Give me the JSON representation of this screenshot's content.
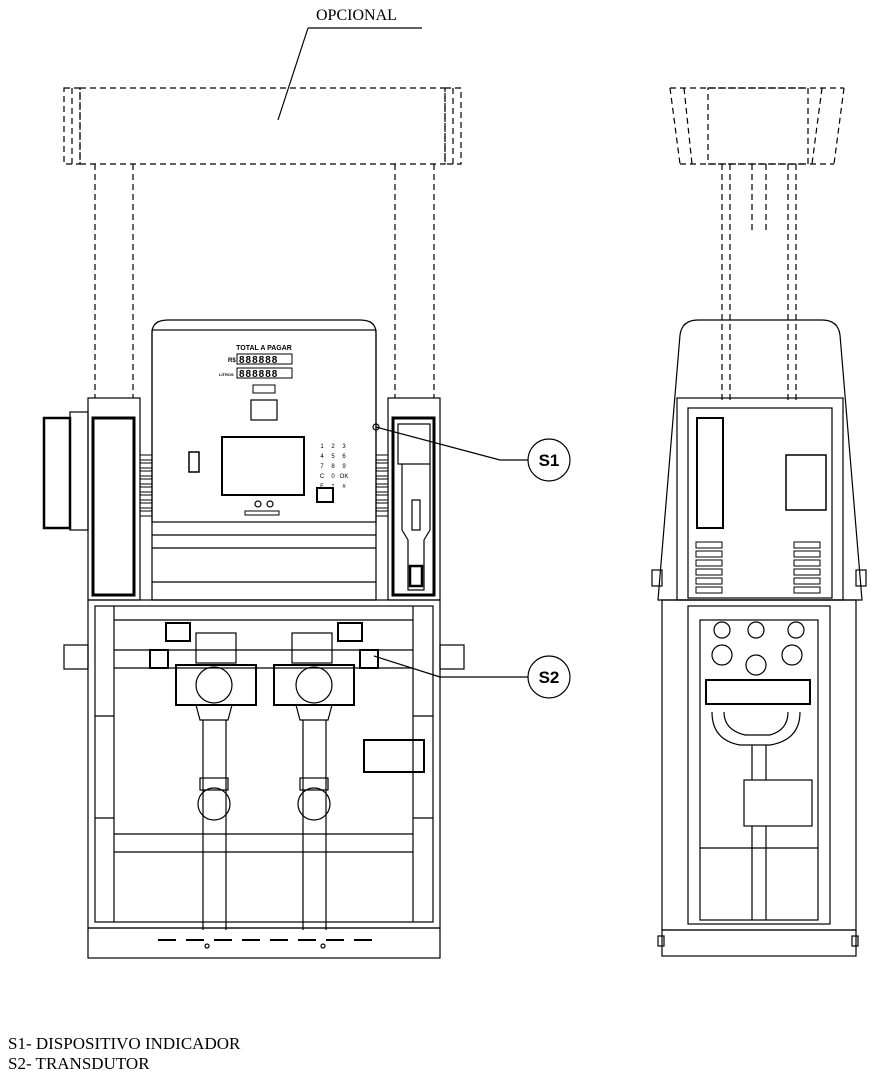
{
  "diagram": {
    "optional_label": "OPCIONAL",
    "callouts": [
      {
        "id": "S1",
        "label": "S1"
      },
      {
        "id": "S2",
        "label": "S2"
      }
    ],
    "display_panel": {
      "title": "TOTAL A PAGAR",
      "currency_label": "R$",
      "volume_label": "LITROS",
      "amount_digits": "888888",
      "volume_digits": "888888"
    },
    "keypad_keys": [
      "1",
      "2",
      "3",
      "4",
      "5",
      "6",
      "7",
      "8",
      "9",
      "C",
      "0",
      "OK",
      "F",
      "*",
      "#"
    ]
  },
  "legend": {
    "items": [
      {
        "text": "S1- DISPOSITIVO INDICADOR"
      },
      {
        "text": "S2- TRANSDUTOR"
      }
    ]
  }
}
